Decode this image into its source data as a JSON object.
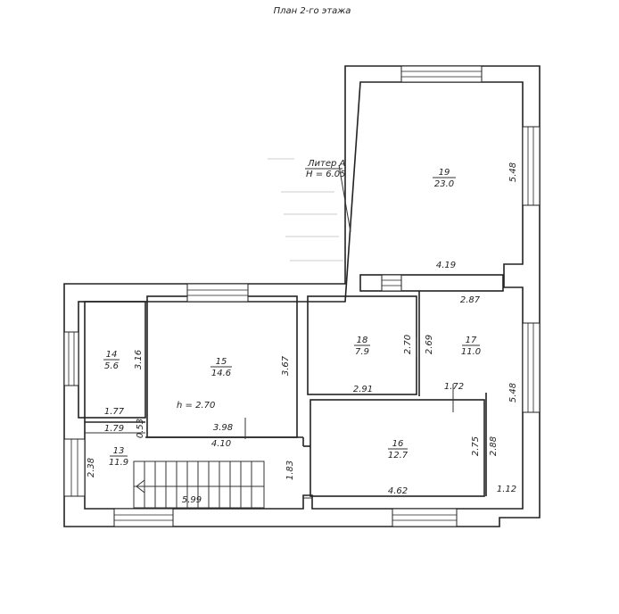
{
  "title": "План 2-го этажа",
  "liter": {
    "line1": "Литер А",
    "line2": "H = 6.05"
  },
  "ceiling_height": "h = 2.70",
  "rooms": [
    {
      "num": "19",
      "area": "23.0"
    },
    {
      "num": "14",
      "area": "5.6"
    },
    {
      "num": "15",
      "area": "14.6"
    },
    {
      "num": "18",
      "area": "7.9"
    },
    {
      "num": "17",
      "area": "11.0"
    },
    {
      "num": "13",
      "area": "11.9"
    },
    {
      "num": "16",
      "area": "12.7"
    }
  ],
  "dimensions": {
    "d_5_48_top": "5.48",
    "d_4_19": "4.19",
    "d_2_87": "2.87",
    "d_3_16": "3.16",
    "d_3_67": "3.67",
    "d_2_70a": "2.70",
    "d_2_69": "2.69",
    "d_2_91": "2.91",
    "d_1_72": "1.72",
    "d_5_48_bot": "5.48",
    "d_1_77": "1.77",
    "d_1_79": "1.79",
    "d_0_53": "0.53",
    "d_3_98": "3.98",
    "d_4_10": "4.10",
    "d_2_38": "2.38",
    "d_1_83": "1.83",
    "d_2_75": "2.75",
    "d_2_88": "2.88",
    "d_5_99": "5.99",
    "d_4_62": "4.62",
    "d_1_12": "1.12"
  }
}
